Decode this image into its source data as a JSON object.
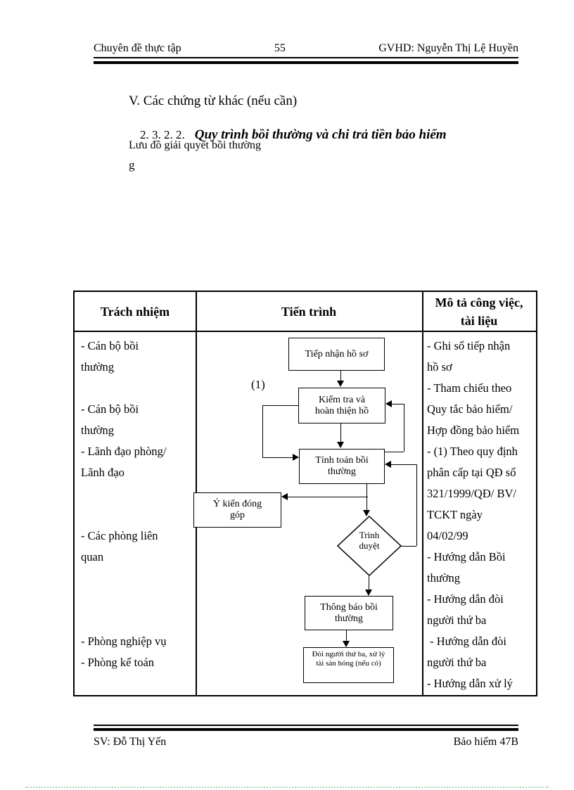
{
  "header": {
    "left": "Chuyên đề thực tập",
    "page_number": "55",
    "right": "GVHD: Nguyễn Thị Lệ Huyền"
  },
  "content": {
    "section_v": "V. Các chứng từ khác (nếu cần)",
    "section_number": "2. 3. 2. 2.",
    "section_title": "Quy trình bồi thường và chi trả tiền bảo hiểm",
    "subtitle": "Lưu đồ giải quyết bồi thường",
    "stray_text": "g"
  },
  "table": {
    "col1_header": "Trách nhiệm",
    "col2_header": "Tiến trình",
    "col3_header_lines": [
      "Mô tả công việc,",
      "tài liệu"
    ],
    "responsibility_lines": [
      "- Cán bộ bồi",
      "thường",
      "",
      "- Cán bộ bồi",
      "thường",
      "- Lãnh đạo phòng/",
      "Lãnh đạo",
      "",
      "",
      "- Các phòng liên",
      "quan",
      "",
      "",
      "",
      "- Phòng nghiệp vụ",
      "- Phòng kế toán"
    ],
    "description_lines": [
      "- Ghi sổ tiếp nhận",
      "hồ sơ",
      "- Tham chiếu theo",
      "Quy tắc bảo hiểm/",
      "Hợp đồng bảo hiểm",
      "- (1) Theo quy định",
      "phân cấp tại QĐ số",
      "321/1999/QĐ/ BV/",
      "TCKT ngày",
      "04/02/99",
      "- Hướng dẫn Bồi",
      "thường",
      "- Hướng dẫn đòi",
      "người thứ ba",
      " - Hướng dẫn đòi",
      "người thứ ba",
      "- Hướng dẫn xử lý"
    ]
  },
  "flowchart": {
    "annotation": "(1)",
    "nodes": {
      "receive": [
        "Tiếp nhận hồ sơ"
      ],
      "check": [
        "Kiểm tra và",
        "hoàn thiện hồ"
      ],
      "calculate": [
        "Tính toán bồi",
        "thường"
      ],
      "feedback": [
        "Ý kiến đóng",
        "góp"
      ],
      "approve": [
        "Trình",
        "duyệt"
      ],
      "notify": [
        "Thông báo bồi",
        "thường"
      ],
      "recovery": [
        "Đòi người thứ ba, xử lý",
        "tài sản hỏng (nếu có)"
      ]
    }
  },
  "footer": {
    "left": "SV: Đỗ Thị Yến",
    "right": "Bảo hiểm 47B"
  }
}
